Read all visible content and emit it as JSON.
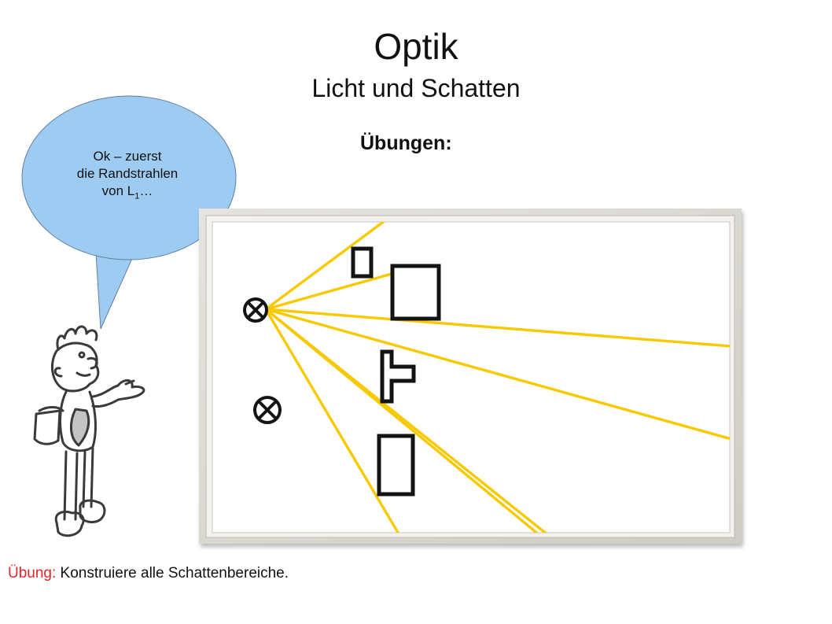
{
  "header": {
    "title": "Optik",
    "subtitle": "Licht und Schatten",
    "section": "Übungen:"
  },
  "speech_bubble": {
    "line1": "Ok – zuerst",
    "line2": "die Randstrahlen",
    "line3_prefix": "von L",
    "line3_sub": "1",
    "line3_suffix": "…"
  },
  "task": {
    "label": "Übung:",
    "text": " Konstruiere alle Schattenbereiche."
  },
  "colors": {
    "ray": "#f7c900",
    "bubble_fill": "#9ecbf2",
    "task_label": "#e2262a",
    "frame": "#d4d2cc"
  },
  "icons": {
    "light_source": "lamp-cross-circle-icon",
    "character": "cartoon-boy-drawing"
  }
}
